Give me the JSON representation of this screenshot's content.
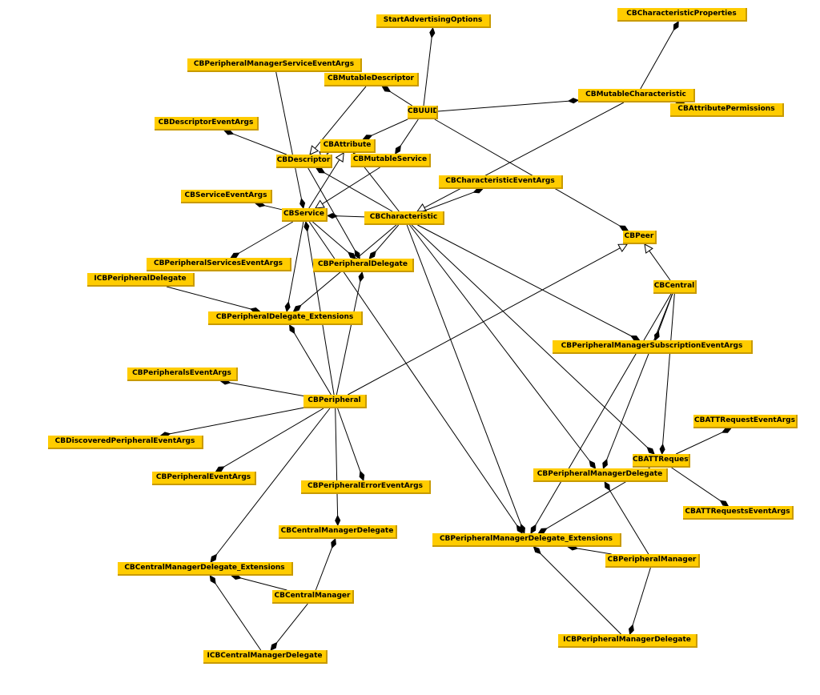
{
  "diagram": {
    "nodes": [
      {
        "id": "StartAdvertisingOptions",
        "label": "StartAdvertisingOptions"
      },
      {
        "id": "CBCharacteristicProperties",
        "label": "CBCharacteristicProperties"
      },
      {
        "id": "CBPeripheralManagerServiceEventArgs",
        "label": "CBPeripheralManagerServiceEventArgs"
      },
      {
        "id": "CBMutableDescriptor",
        "label": "CBMutableDescriptor"
      },
      {
        "id": "CBMutableCharacteristic",
        "label": "CBMutableCharacteristic"
      },
      {
        "id": "CBUUID",
        "label": "CBUUID"
      },
      {
        "id": "CBAttributePermissions",
        "label": "CBAttributePermissions"
      },
      {
        "id": "CBDescriptorEventArgs",
        "label": "CBDescriptorEventArgs"
      },
      {
        "id": "CBAttribute",
        "label": "CBAttribute"
      },
      {
        "id": "CBDescriptor",
        "label": "CBDescriptor"
      },
      {
        "id": "CBMutableService",
        "label": "CBMutableService"
      },
      {
        "id": "CBCharacteristicEventArgs",
        "label": "CBCharacteristicEventArgs"
      },
      {
        "id": "CBServiceEventArgs",
        "label": "CBServiceEventArgs"
      },
      {
        "id": "CBService",
        "label": "CBService"
      },
      {
        "id": "CBCharacteristic",
        "label": "CBCharacteristic"
      },
      {
        "id": "CBPeer",
        "label": "CBPeer"
      },
      {
        "id": "CBPeripheralServicesEventArgs",
        "label": "CBPeripheralServicesEventArgs"
      },
      {
        "id": "CBPeripheralDelegate",
        "label": "CBPeripheralDelegate"
      },
      {
        "id": "ICBPeripheralDelegate",
        "label": "ICBPeripheralDelegate"
      },
      {
        "id": "CBCentral",
        "label": "CBCentral"
      },
      {
        "id": "CBPeripheralDelegate_Extensions",
        "label": "CBPeripheralDelegate_Extensions"
      },
      {
        "id": "CBPeripheralManagerSubscriptionEventArgs",
        "label": "CBPeripheralManagerSubscriptionEventArgs"
      },
      {
        "id": "CBPeripheralsEventArgs",
        "label": "CBPeripheralsEventArgs"
      },
      {
        "id": "CBPeripheral",
        "label": "CBPeripheral"
      },
      {
        "id": "CBATTRequestEventArgs",
        "label": "CBATTRequestEventArgs"
      },
      {
        "id": "CBDiscoveredPeripheralEventArgs",
        "label": "CBDiscoveredPeripheralEventArgs"
      },
      {
        "id": "CBATTRequest",
        "label": "CBATTRequest"
      },
      {
        "id": "CBPeripheralManagerDelegate",
        "label": "CBPeripheralManagerDelegate"
      },
      {
        "id": "CBPeripheralEventArgs",
        "label": "CBPeripheralEventArgs"
      },
      {
        "id": "CBPeripheralErrorEventArgs",
        "label": "CBPeripheralErrorEventArgs"
      },
      {
        "id": "CBATTRequestsEventArgs",
        "label": "CBATTRequestsEventArgs"
      },
      {
        "id": "CBCentralManagerDelegate",
        "label": "CBCentralManagerDelegate"
      },
      {
        "id": "CBPeripheralManagerDelegate_Extensions",
        "label": "CBPeripheralManagerDelegate_Extensions"
      },
      {
        "id": "CBCentralManagerDelegate_Extensions",
        "label": "CBCentralManagerDelegate_Extensions"
      },
      {
        "id": "CBPeripheralManager",
        "label": "CBPeripheralManager"
      },
      {
        "id": "CBCentralManager",
        "label": "CBCentralManager"
      },
      {
        "id": "ICBPeripheralManagerDelegate",
        "label": "ICBPeripheralManagerDelegate"
      },
      {
        "id": "ICBCentralManagerDelegate",
        "label": "ICBCentralManagerDelegate"
      }
    ],
    "edges": [
      {
        "from": "CBUUID",
        "to": "StartAdvertisingOptions",
        "type": "association"
      },
      {
        "from": "CBMutableCharacteristic",
        "to": "CBCharacteristicProperties",
        "type": "association"
      },
      {
        "from": "CBUUID",
        "to": "CBMutableCharacteristic",
        "type": "association"
      },
      {
        "from": "CBMutableCharacteristic",
        "to": "CBAttributePermissions",
        "type": "association"
      },
      {
        "from": "CBUUID",
        "to": "CBMutableDescriptor",
        "type": "association"
      },
      {
        "from": "CBUUID",
        "to": "CBAttribute",
        "type": "association"
      },
      {
        "from": "CBUUID",
        "to": "CBMutableService",
        "type": "association"
      },
      {
        "from": "CBUUID",
        "to": "CBPeer",
        "type": "association"
      },
      {
        "from": "CBMutableDescriptor",
        "to": "CBDescriptor",
        "type": "inheritance"
      },
      {
        "from": "CBMutableCharacteristic",
        "to": "CBCharacteristic",
        "type": "inheritance"
      },
      {
        "from": "CBMutableService",
        "to": "CBService",
        "type": "inheritance"
      },
      {
        "from": "CBDescriptor",
        "to": "CBAttribute",
        "type": "inheritance"
      },
      {
        "from": "CBService",
        "to": "CBAttribute",
        "type": "inheritance"
      },
      {
        "from": "CBCharacteristic",
        "to": "CBAttribute",
        "type": "inheritance"
      },
      {
        "from": "CBPeripheralManagerServiceEventArgs",
        "to": "CBService",
        "type": "association"
      },
      {
        "from": "CBDescriptor",
        "to": "CBDescriptorEventArgs",
        "type": "association"
      },
      {
        "from": "CBDescriptor",
        "to": "CBPeripheralDelegate",
        "type": "association"
      },
      {
        "from": "CBCharacteristic",
        "to": "CBDescriptor",
        "type": "association"
      },
      {
        "from": "CBCharacteristic",
        "to": "CBCharacteristicEventArgs",
        "type": "association"
      },
      {
        "from": "CBCharacteristic",
        "to": "CBService",
        "type": "association"
      },
      {
        "from": "CBService",
        "to": "CBServiceEventArgs",
        "type": "association"
      },
      {
        "from": "CBService",
        "to": "CBPeripheralServicesEventArgs",
        "type": "association"
      },
      {
        "from": "CBService",
        "to": "CBPeripheralDelegate",
        "type": "association"
      },
      {
        "from": "CBService",
        "to": "CBPeripheralDelegate_Extensions",
        "type": "association"
      },
      {
        "from": "CBService",
        "to": "CBPeripheralManagerDelegate_Extensions",
        "type": "association"
      },
      {
        "from": "CBCharacteristic",
        "to": "CBPeripheralDelegate",
        "type": "association"
      },
      {
        "from": "CBCharacteristic",
        "to": "CBPeripheralDelegate_Extensions",
        "type": "association"
      },
      {
        "from": "CBCharacteristic",
        "to": "CBPeripheralManagerSubscriptionEventArgs",
        "type": "association"
      },
      {
        "from": "CBCharacteristic",
        "to": "CBATTRequest",
        "type": "association"
      },
      {
        "from": "CBCharacteristic",
        "to": "CBPeripheralManagerDelegate",
        "type": "association"
      },
      {
        "from": "CBCharacteristic",
        "to": "CBPeripheralManagerDelegate_Extensions",
        "type": "association"
      },
      {
        "from": "ICBPeripheralDelegate",
        "to": "CBPeripheralDelegate_Extensions",
        "type": "association"
      },
      {
        "from": "CBPeripheral",
        "to": "CBPeripheralDelegate_Extensions",
        "type": "association"
      },
      {
        "from": "CBPeripheral",
        "to": "CBService",
        "type": "association"
      },
      {
        "from": "CBPeripheral",
        "to": "CBPeripheralDelegate",
        "type": "association"
      },
      {
        "from": "CBPeripheral",
        "to": "CBPeer",
        "type": "inheritance"
      },
      {
        "from": "CBPeripheral",
        "to": "CBPeripheralsEventArgs",
        "type": "association"
      },
      {
        "from": "CBPeripheral",
        "to": "CBDiscoveredPeripheralEventArgs",
        "type": "association"
      },
      {
        "from": "CBPeripheral",
        "to": "CBPeripheralEventArgs",
        "type": "association"
      },
      {
        "from": "CBPeripheral",
        "to": "CBPeripheralErrorEventArgs",
        "type": "association"
      },
      {
        "from": "CBPeripheral",
        "to": "CBCentralManagerDelegate",
        "type": "association"
      },
      {
        "from": "CBPeripheral",
        "to": "CBCentralManagerDelegate_Extensions",
        "type": "association"
      },
      {
        "from": "CBCentral",
        "to": "CBPeer",
        "type": "inheritance"
      },
      {
        "from": "CBCentral",
        "to": "CBPeripheralManagerSubscriptionEventArgs",
        "type": "association"
      },
      {
        "from": "CBCentral",
        "to": "CBATTRequest",
        "type": "association"
      },
      {
        "from": "CBCentral",
        "to": "CBPeripheralManagerDelegate",
        "type": "association"
      },
      {
        "from": "CBCentral",
        "to": "CBPeripheralManagerDelegate_Extensions",
        "type": "association"
      },
      {
        "from": "CBATTRequest",
        "to": "CBATTRequestEventArgs",
        "type": "association"
      },
      {
        "from": "CBATTRequest",
        "to": "CBATTRequestsEventArgs",
        "type": "association"
      },
      {
        "from": "CBATTRequest",
        "to": "CBPeripheralManagerDelegate_Extensions",
        "type": "association"
      },
      {
        "from": "CBPeripheralManager",
        "to": "CBPeripheralManagerDelegate",
        "type": "association"
      },
      {
        "from": "CBPeripheralManager",
        "to": "CBPeripheralManagerDelegate_Extensions",
        "type": "association"
      },
      {
        "from": "CBPeripheralManager",
        "to": "ICBPeripheralManagerDelegate",
        "type": "association"
      },
      {
        "from": "ICBPeripheralManagerDelegate",
        "to": "CBPeripheralManagerDelegate_Extensions",
        "type": "association"
      },
      {
        "from": "CBCentralManager",
        "to": "CBCentralManagerDelegate",
        "type": "association"
      },
      {
        "from": "CBCentralManager",
        "to": "CBCentralManagerDelegate_Extensions",
        "type": "association"
      },
      {
        "from": "CBCentralManager",
        "to": "ICBCentralManagerDelegate",
        "type": "association"
      },
      {
        "from": "ICBCentralManagerDelegate",
        "to": "CBCentralManagerDelegate_Extensions",
        "type": "association"
      }
    ]
  },
  "colors": {
    "node_fill": "#ffcc00",
    "node_shadow": "#c89a00",
    "node_text": "#000000",
    "edge": "#000000",
    "background": "#ffffff"
  }
}
